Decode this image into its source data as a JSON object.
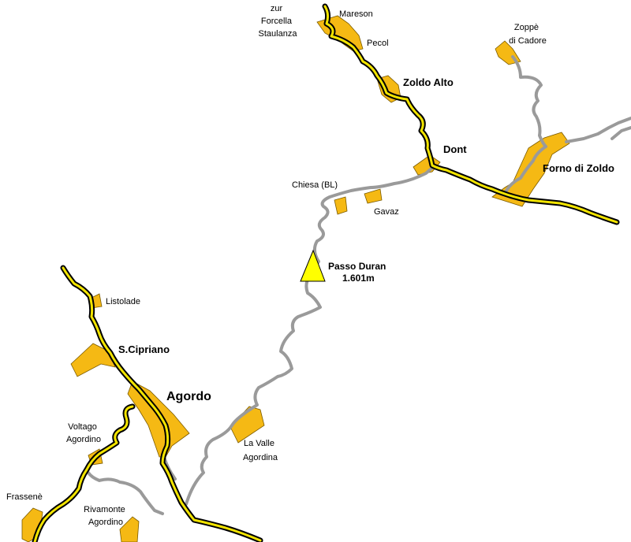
{
  "colors": {
    "town": "#f5b914",
    "main_road": "#f2e400",
    "road_casing": "#000000",
    "minor_road": "#9a9a9a",
    "pass_marker": "#ffff00",
    "pass_label": "#0000dd"
  },
  "places": [
    {
      "id": "zur-forcella",
      "lines": [
        "zur",
        "Forcella",
        "Staulanza"
      ]
    },
    {
      "id": "mareson",
      "lines": [
        "Mareson"
      ]
    },
    {
      "id": "pecol",
      "lines": [
        "Pecol"
      ]
    },
    {
      "id": "zoppe",
      "lines": [
        "Zoppè",
        "di Cadore"
      ]
    },
    {
      "id": "zoldo-alto",
      "lines": [
        "Zoldo Alto"
      ]
    },
    {
      "id": "dont",
      "lines": [
        "Dont"
      ]
    },
    {
      "id": "forno-di-zoldo",
      "lines": [
        "Forno di Zoldo"
      ]
    },
    {
      "id": "chiesa",
      "lines": [
        "Chiesa (BL)"
      ]
    },
    {
      "id": "gavaz",
      "lines": [
        "Gavaz"
      ]
    },
    {
      "id": "listolade",
      "lines": [
        "Listolade"
      ]
    },
    {
      "id": "s-cipriano",
      "lines": [
        "S.Cipriano"
      ]
    },
    {
      "id": "agordo",
      "lines": [
        "Agordo"
      ]
    },
    {
      "id": "voltago",
      "lines": [
        "Voltago",
        "Agordino"
      ]
    },
    {
      "id": "la-valle",
      "lines": [
        "La Valle",
        "Agordina"
      ]
    },
    {
      "id": "frassene",
      "lines": [
        "Frassenè"
      ]
    },
    {
      "id": "rivamonte",
      "lines": [
        "Rivamonte",
        "Agordino"
      ]
    }
  ],
  "pass": {
    "name": "Passo Duran",
    "elevation": "1.601m"
  }
}
